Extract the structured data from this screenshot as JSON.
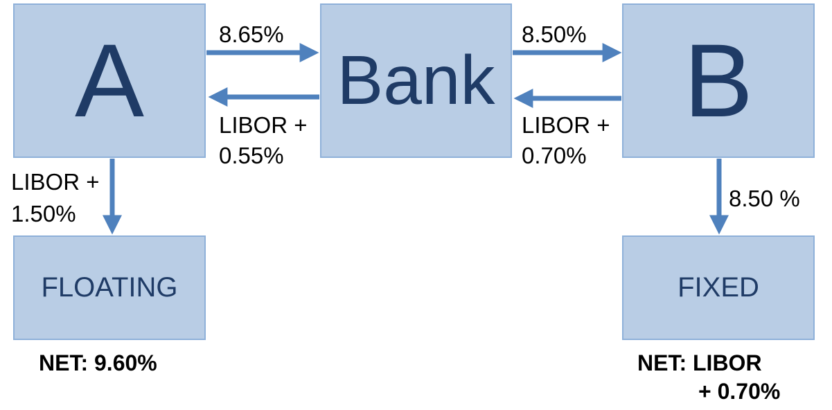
{
  "colors": {
    "box_fill": "#b9cde5",
    "box_border": "#8eb0d9",
    "box_text": "#1f3b66",
    "arrow": "#4f81bd"
  },
  "nodes": {
    "a": "A",
    "bank": "Bank",
    "b": "B",
    "floating": "FLOATING",
    "fixed": "FIXED"
  },
  "flows": {
    "a_to_bank": "8.65%",
    "bank_to_a_line1": "LIBOR +",
    "bank_to_a_line2": "0.55%",
    "bank_to_b": "8.50%",
    "b_to_bank_line1": "LIBOR +",
    "b_to_bank_line2": "0.70%",
    "a_to_floating_line1": "LIBOR +",
    "a_to_floating_line2": "1.50%",
    "b_to_fixed": "8.50 %"
  },
  "net": {
    "a": "NET: 9.60%",
    "b_line1": "NET: LIBOR",
    "b_line2": "+ 0.70%"
  }
}
